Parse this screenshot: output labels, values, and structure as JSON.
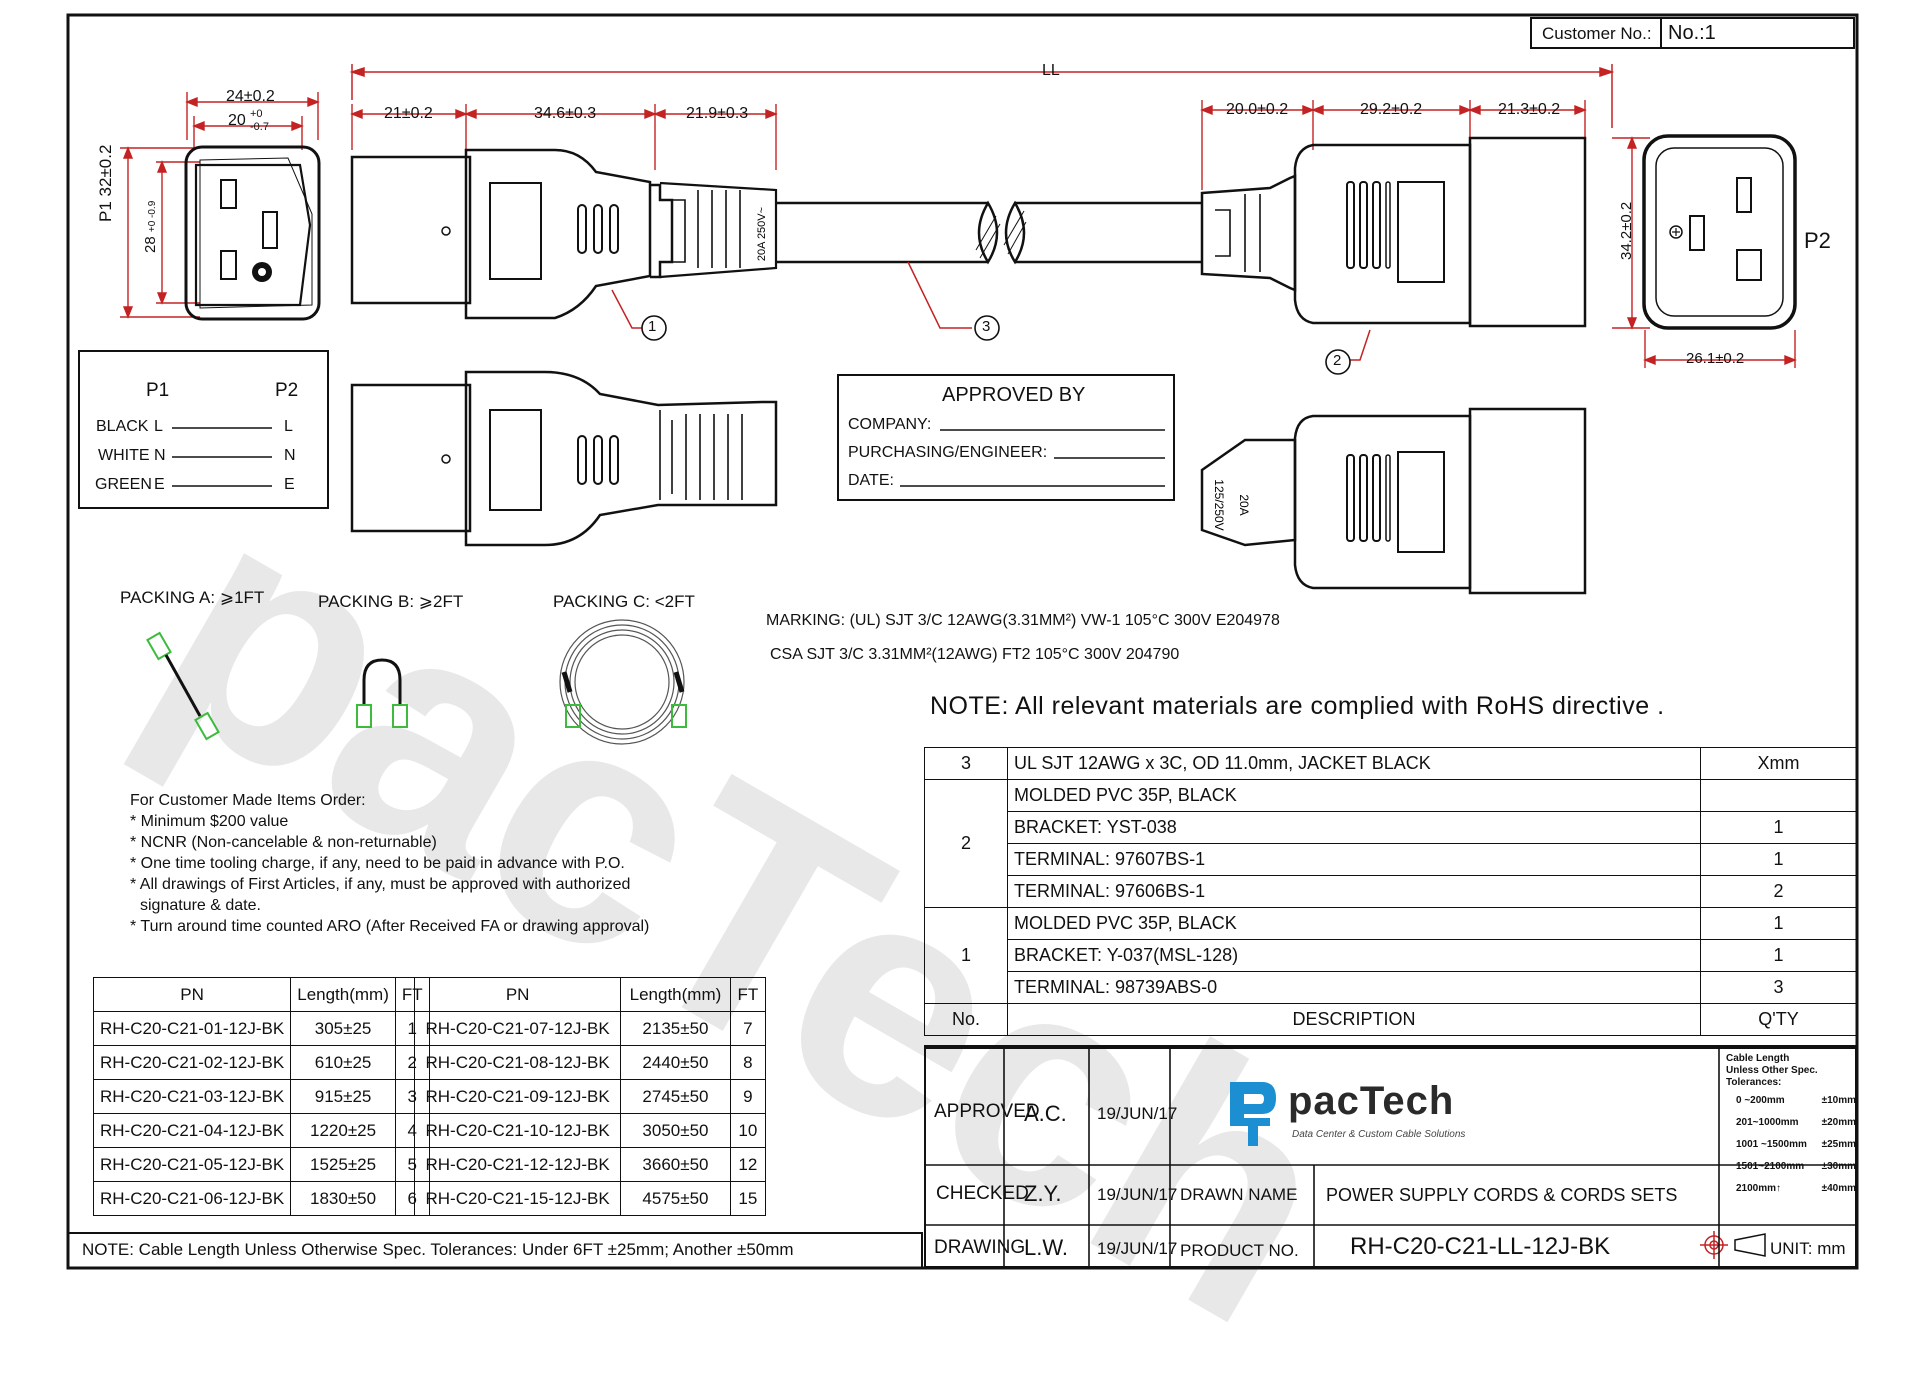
{
  "header": {
    "customer_label": "Customer No.:",
    "customer_value": "No.:1"
  },
  "dims": {
    "ll": "LL",
    "p1_width_outer": "24±0.2",
    "p1_width_inner": "20",
    "p1_width_inner_tol_top": "+0",
    "p1_width_inner_tol_bottom": "-0.7",
    "p1_height_outer": "32±0.2",
    "p1_height_inner": "28",
    "p1_height_inner_tol": "+0 -0.9",
    "left_d1": "21±0.2",
    "left_d2": "34.6±0.3",
    "left_d3": "21.9±0.3",
    "right_d1": "20.0±0.2",
    "right_d2": "29.2±0.2",
    "right_d3": "21.3±0.2",
    "p2_height": "34.2±0.2",
    "p2_width": "26.1±0.2"
  },
  "labels": {
    "p1": "P1",
    "p2": "P2",
    "callout_1": "1",
    "callout_2": "2",
    "callout_3": "3",
    "molding_left": "20A 250V~",
    "molding_right_a": "125/250V",
    "molding_right_b": "20A"
  },
  "wiring": {
    "head_p1": "P1",
    "head_p2": "P2",
    "rows": [
      {
        "color": "BLACK",
        "p1": "L",
        "p2": "L"
      },
      {
        "color": "WHITE",
        "p1": "N",
        "p2": "N"
      },
      {
        "color": "GREEN",
        "p1": "E",
        "p2": "E"
      }
    ]
  },
  "approved": {
    "title": "APPROVED BY",
    "company": "COMPANY:",
    "purchasing": "PURCHASING/ENGINEER:",
    "date": "DATE:"
  },
  "packing": {
    "a": "PACKING A: ⩾1FT",
    "b": "PACKING B: ⩾2FT",
    "c": "PACKING C: <2FT"
  },
  "marking": {
    "line1": "MARKING:  (UL) SJT  3/C  12AWG(3.31MM²)  VW-1  105°C  300V  E204978",
    "line2": "CSA  SJT  3/C  3.31MM²(12AWG)  FT2  105°C  300V  204790"
  },
  "note_rohs": "NOTE: All relevant materials are complied with RoHS directive .",
  "customer_notes": [
    "For Customer Made Items Order:",
    "* Minimum $200 value",
    "* NCNR (Non-cancelable & non-returnable)",
    "* One time tooling charge, if any, need to be paid in advance with P.O.",
    "* All drawings of First Articles,  if any, must be approved with authorized",
    "  signature & date.",
    "* Turn around time counted ARO (After Received FA or drawing approval)"
  ],
  "pn_table_headers": {
    "pn": "PN",
    "length": "Length(mm)",
    "ft": "FT"
  },
  "pn_table_left": [
    {
      "pn": "RH-C20-C21-01-12J-BK",
      "length": "305±25",
      "ft": "1"
    },
    {
      "pn": "RH-C20-C21-02-12J-BK",
      "length": "610±25",
      "ft": "2"
    },
    {
      "pn": "RH-C20-C21-03-12J-BK",
      "length": "915±25",
      "ft": "3"
    },
    {
      "pn": "RH-C20-C21-04-12J-BK",
      "length": "1220±25",
      "ft": "4"
    },
    {
      "pn": "RH-C20-C21-05-12J-BK",
      "length": "1525±25",
      "ft": "5"
    },
    {
      "pn": "RH-C20-C21-06-12J-BK",
      "length": "1830±50",
      "ft": "6"
    }
  ],
  "pn_table_right": [
    {
      "pn": "RH-C20-C21-07-12J-BK",
      "length": "2135±50",
      "ft": "7"
    },
    {
      "pn": "RH-C20-C21-08-12J-BK",
      "length": "2440±50",
      "ft": "8"
    },
    {
      "pn": "RH-C20-C21-09-12J-BK",
      "length": "2745±50",
      "ft": "9"
    },
    {
      "pn": "RH-C20-C21-10-12J-BK",
      "length": "3050±50",
      "ft": "10"
    },
    {
      "pn": "RH-C20-C21-12-12J-BK",
      "length": "3660±50",
      "ft": "12"
    },
    {
      "pn": "RH-C20-C21-15-12J-BK",
      "length": "4575±50",
      "ft": "15"
    }
  ],
  "bottom_note": "NOTE: Cable Length Unless Otherwise Spec. Tolerances: Under 6FT ±25mm;   Another ±50mm",
  "bom": {
    "headers": {
      "no": "No.",
      "desc": "DESCRIPTION",
      "qty": "Q'TY"
    },
    "item3": {
      "no": "3",
      "desc": "UL SJT 12AWG x 3C, OD 11.0mm, JACKET BLACK",
      "qty": "Xmm"
    },
    "item2": {
      "no": "2",
      "rows": [
        {
          "desc": "MOLDED PVC 35P, BLACK",
          "qty": ""
        },
        {
          "desc": "BRACKET: YST-038",
          "qty": "1"
        },
        {
          "desc": "TERMINAL: 97607BS-1",
          "qty": "1"
        },
        {
          "desc": "TERMINAL: 97606BS-1",
          "qty": "2"
        }
      ]
    },
    "item1": {
      "no": "1",
      "rows": [
        {
          "desc": "MOLDED PVC 35P, BLACK",
          "qty": "1"
        },
        {
          "desc": "BRACKET: Y-037(MSL-128)",
          "qty": "1"
        },
        {
          "desc": "TERMINAL: 98739ABS-0",
          "qty": "3"
        }
      ]
    }
  },
  "titleblock": {
    "approved_label": "APPROVED",
    "approved_name": "A.C.",
    "approved_date": "19/JUN/17",
    "checked_label": "CHECKED",
    "checked_name": "Z.Y.",
    "checked_date": "19/JUN/17",
    "drawing_label": "DRAWING",
    "drawing_name": "L.W.",
    "drawing_date": "19/JUN/17",
    "drawn_name_label": "DRAWN NAME",
    "drawn_name_value": "POWER SUPPLY CORDS & CORDS SETS",
    "product_no_label": "PRODUCT NO.",
    "product_no_value": "RH-C20-C21-LL-12J-BK",
    "logo_text": "pacTech",
    "logo_tagline": "Data Center & Custom Cable Solutions",
    "unit": "UNIT: mm",
    "tolerance_head": [
      "Cable Length",
      "Unless Other Spec.",
      "Tolerances:"
    ],
    "tolerances": [
      {
        "range": "0 ~200mm",
        "tol": "±10mm"
      },
      {
        "range": "201~1000mm",
        "tol": "±20mm"
      },
      {
        "range": "1001 ~1500mm",
        "tol": "±25mm"
      },
      {
        "range": "1501~2100mm",
        "tol": "±30mm"
      },
      {
        "range": "2100mm↑",
        "tol": "±40mm"
      }
    ]
  },
  "watermark": "pacTech",
  "colors": {
    "dimension": "#c42323",
    "packing": "#3dbb3d",
    "logo_blue": "#1b8fd2"
  }
}
